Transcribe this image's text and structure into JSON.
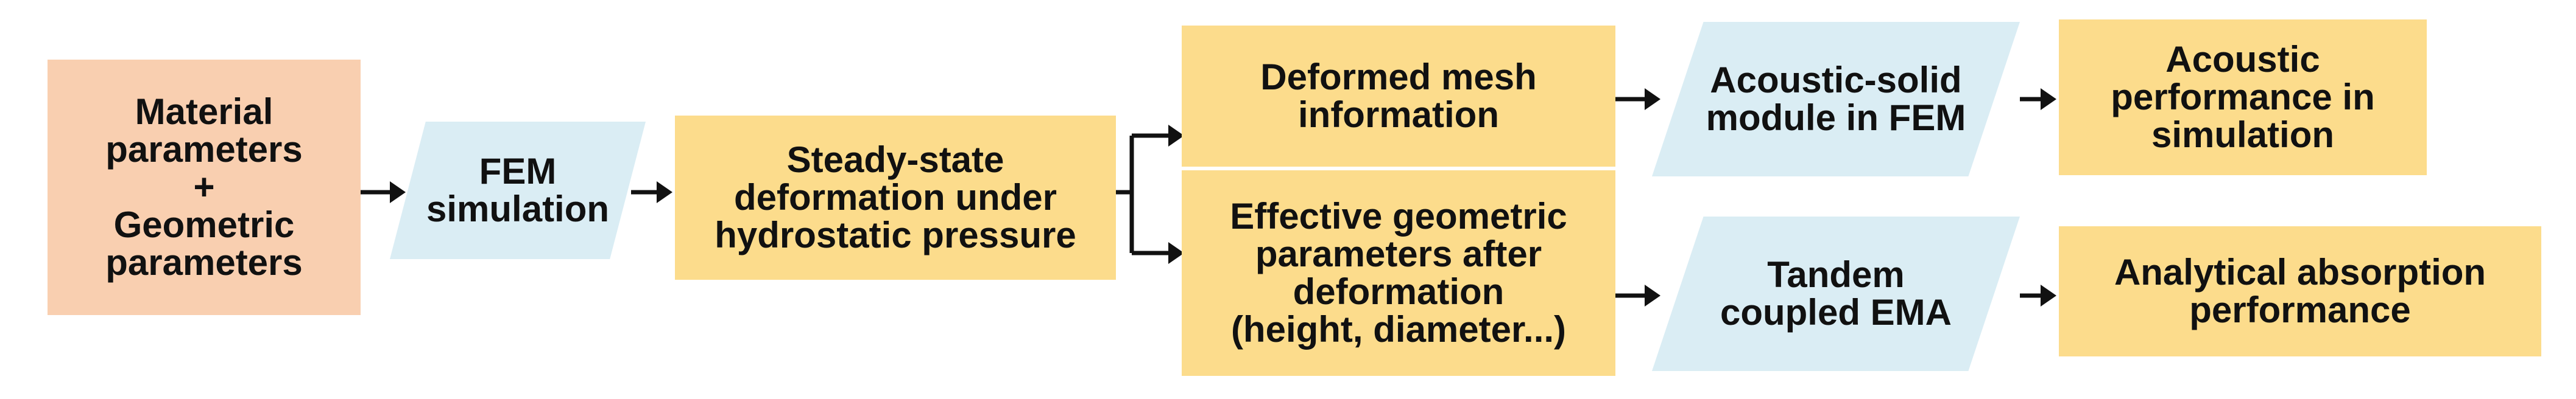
{
  "nodes": {
    "material_parameters": "Material\nparameters\n+\nGeometric\nparameters",
    "fem_simulation": "FEM\nsimulation",
    "steady_state": "Steady-state\ndeformation under\nhydrostatic pressure",
    "deformed_mesh": "Deformed mesh\ninformation",
    "effective_geometric": "Effective geometric\nparameters after\ndeformation\n(height, diameter...)",
    "acoustic_solid": "Acoustic-solid\nmodule in FEM",
    "tandem_ema": "Tandem\ncoupled EMA",
    "acoustic_performance": "Acoustic\nperformance in\nsimulation",
    "analytical_absorption": "Analytical absorption\nperformance"
  },
  "colors": {
    "input_box": "#F9CFB0",
    "process_box": "#FCDC8C",
    "parallelogram": "#DAEDF4",
    "arrow": "#111111"
  }
}
